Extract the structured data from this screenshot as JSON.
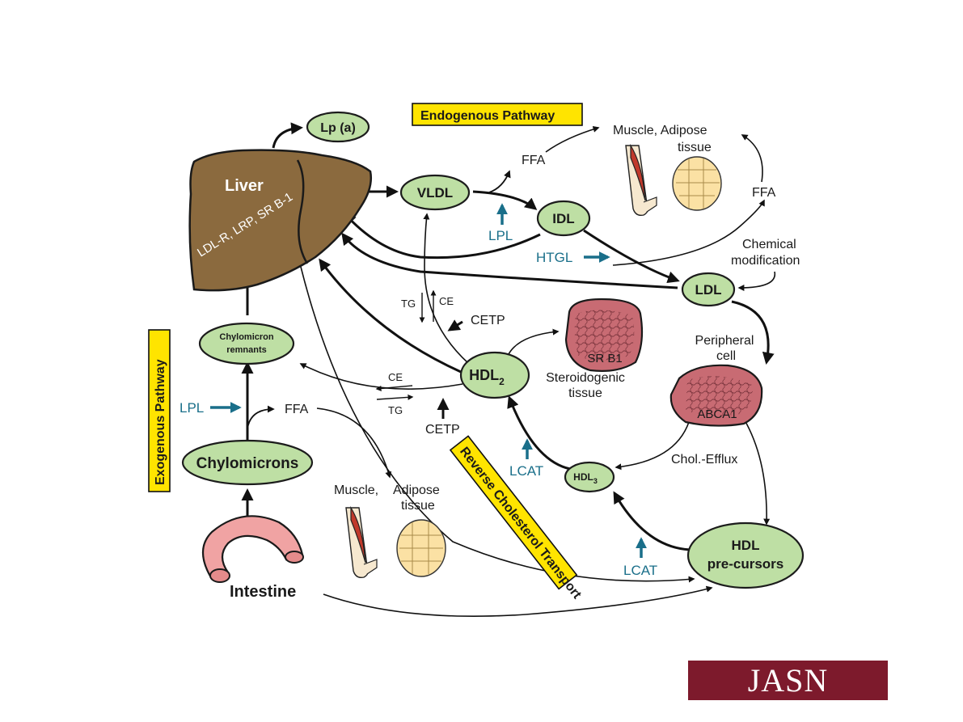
{
  "titles": {
    "endogenous": "Endogenous Pathway",
    "exogenous": "Exogenous Pathway",
    "reverse": "Reverse Cholesterol Transport"
  },
  "nodes": {
    "lpa": "Lp (a)",
    "liver": "Liver",
    "liver_receptors": "LDL-R, LRP, SR B-1",
    "vldl": "VLDL",
    "idl": "IDL",
    "ldl": "LDL",
    "hdl2": "HDL",
    "hdl2_sub": "2",
    "hdl3": "HDL",
    "hdl3_sub": "3",
    "hdl_precursors_1": "HDL",
    "hdl_precursors_2": "pre-cursors",
    "chylomicron_remnants_1": "Chylomicron",
    "chylomicron_remnants_2": "remnants",
    "chylomicrons": "Chylomicrons",
    "intestine": "Intestine"
  },
  "labels": {
    "muscle_adipose_top_1": "Muscle, Adipose",
    "muscle_adipose_top_2": "tissue",
    "muscle_adipose_bottom_1": "Muscle,",
    "muscle_adipose_bottom_2": "Adipose",
    "muscle_adipose_bottom_3": "tissue",
    "ffa_top": "FFA",
    "ffa_right": "FFA",
    "ffa_bottom": "FFA",
    "lpl_top": "LPL",
    "lpl_left": "LPL",
    "htgl": "HTGL",
    "chemical_1": "Chemical",
    "chemical_2": "modification",
    "tg_top": "TG",
    "ce_top": "CE",
    "cetp_top": "CETP",
    "ce_bottom": "CE",
    "tg_bottom": "TG",
    "cetp_bottom": "CETP",
    "sr_b1": "SR B1",
    "steroidogenic_1": "Steroidogenic",
    "steroidogenic_2": "tissue",
    "peripheral_1": "Peripheral",
    "peripheral_2": "cell",
    "abca1": "ABCA1",
    "chol_efflux": "Chol.-Efflux",
    "lcat_mid": "LCAT",
    "lcat_bottom": "LCAT"
  },
  "logo": "JASN",
  "colors": {
    "node_fill": "#bedfa4",
    "liver_fill": "#8b6a3e",
    "tag_fill": "#ffe400",
    "enzyme_blue": "#1a6f8a",
    "cell_fill": "#c86b73",
    "intestine_fill": "#f0a3a3",
    "adipose_fill": "#fbe1a4",
    "muscle_fill": "#c0392b",
    "logo_bg": "#7d1a2c"
  }
}
